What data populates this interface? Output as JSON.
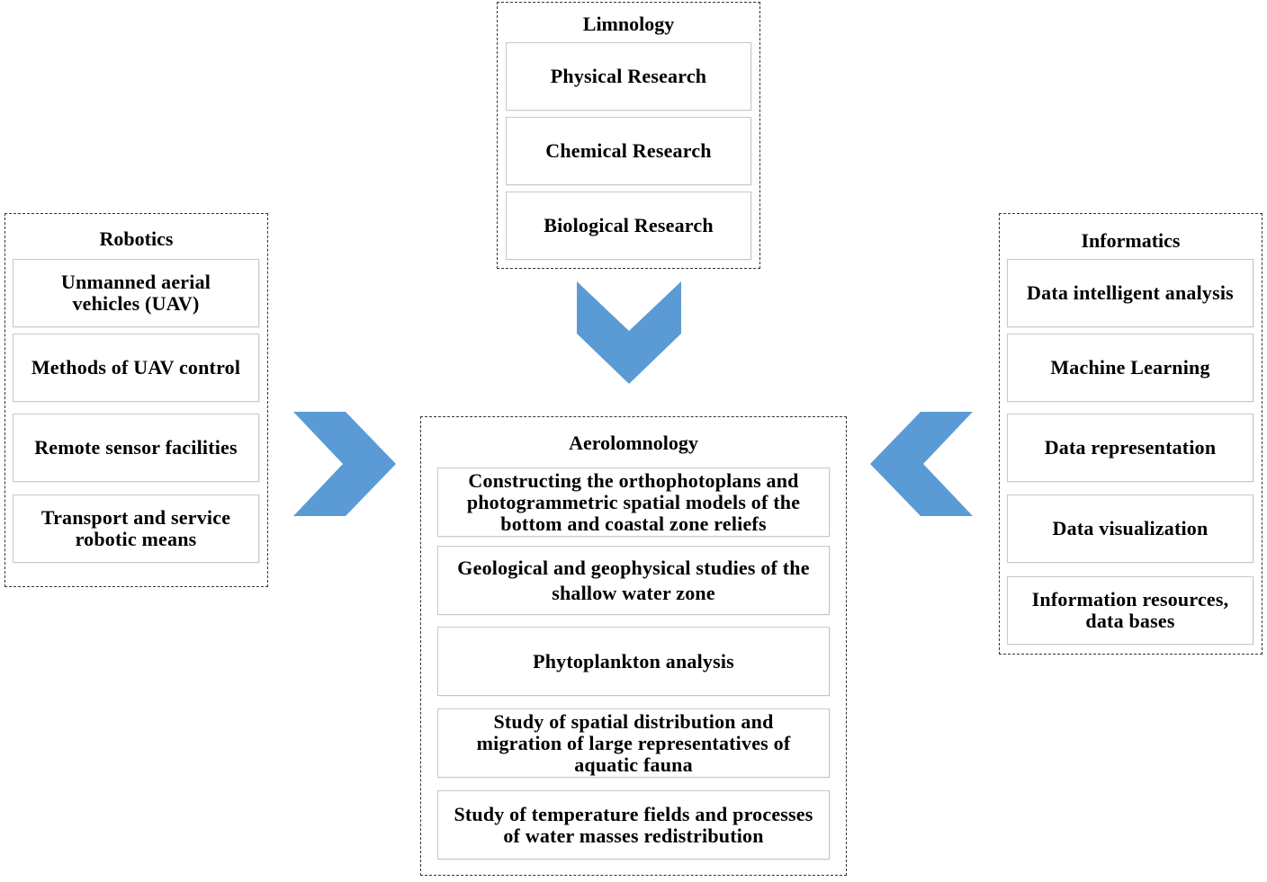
{
  "colors": {
    "arrow": "#5b9bd5",
    "dashed_border": "#333333",
    "box_border": "#c8c8c8"
  },
  "limnology": {
    "title": "Limnology",
    "items": [
      "Physical Research",
      "Chemical Research",
      "Biological Research"
    ]
  },
  "robotics": {
    "title": "Robotics",
    "items": [
      "Unmanned aerial vehicles (UAV)",
      "Methods of UAV control",
      "Remote sensor facilities",
      "Transport and service robotic means"
    ]
  },
  "informatics": {
    "title": "Informatics",
    "items": [
      "Data intelligent analysis",
      "Machine Learning",
      "Data representation",
      "Data visualization",
      "Information resources, data bases"
    ]
  },
  "aerolimnology": {
    "title": "Aerolomnology",
    "items": [
      "Constructing the orthophotoplans and photogrammetric spatial models of the bottom and coastal zone reliefs",
      "Geological and geophysical studies of the shallow water zone",
      "Phytoplankton analysis",
      "Study of spatial distribution and migration of large representatives of aquatic fauna",
      "Study of temperature fields and processes of water masses redistribution"
    ]
  },
  "arrows": [
    "arrow-down-icon",
    "arrow-right-icon",
    "arrow-left-icon"
  ]
}
